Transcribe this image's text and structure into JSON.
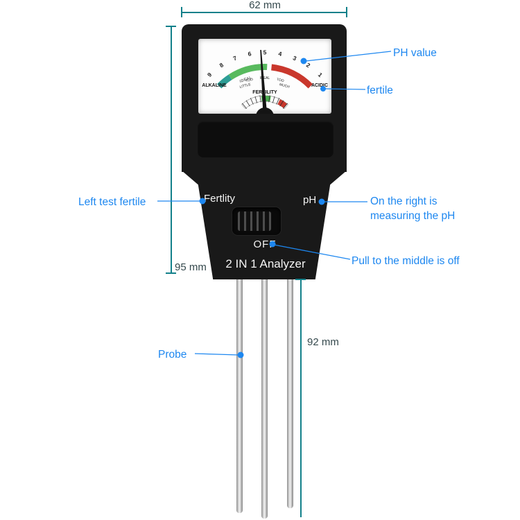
{
  "dimensions": {
    "width": "62 mm",
    "height": "95 mm",
    "probe_length": "92 mm"
  },
  "callouts": {
    "ph_value": "PH value",
    "fertile": "fertile",
    "left_test_fertile": "Left test fertile",
    "right_ph_line1": "On the right is",
    "right_ph_line2": "measuring the pH",
    "pull_middle_off": "Pull to the middle is off",
    "probe": "Probe"
  },
  "device": {
    "left_mode_label": "Fertlity",
    "right_mode_label": "pH",
    "switch_state": "OFF",
    "product_name": "2 IN 1 Analyzer"
  },
  "gauge": {
    "scale_numbers": [
      "9",
      "8",
      "7",
      "6",
      "5",
      "4",
      "3",
      "2",
      "1"
    ],
    "alkaline_label": "ALKALINE",
    "acidic_label": "ACIDIC",
    "ph_ideal_label": "IDEAL",
    "fertility_scale": {
      "too_left": "TOO",
      "ideal": "IDEAL",
      "too_right": "TOO",
      "little": "LITTLE",
      "much": "MUCH",
      "title": "FERTILITY"
    }
  },
  "colors": {
    "callout_blue": "#1d87f0",
    "dimension_teal": "#12808a",
    "device_black": "#191919",
    "band_teal": "#2d9e96",
    "band_green": "#58ba5e",
    "band_red": "#c9372c"
  }
}
